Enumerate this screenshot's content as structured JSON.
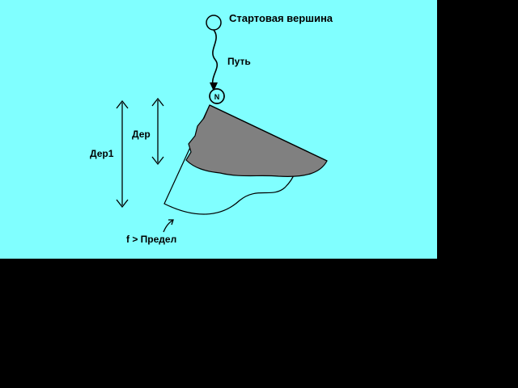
{
  "colors": {
    "background": "#80ffff",
    "outer_background": "#000000",
    "ink": "#000000",
    "shaded_region": "#808080"
  },
  "labels": {
    "start_vertex": "Стартовая вершина",
    "path": "Путь",
    "node": "N",
    "tree": "Дер",
    "tree1": "Дер1",
    "limit": "f > Предел"
  }
}
